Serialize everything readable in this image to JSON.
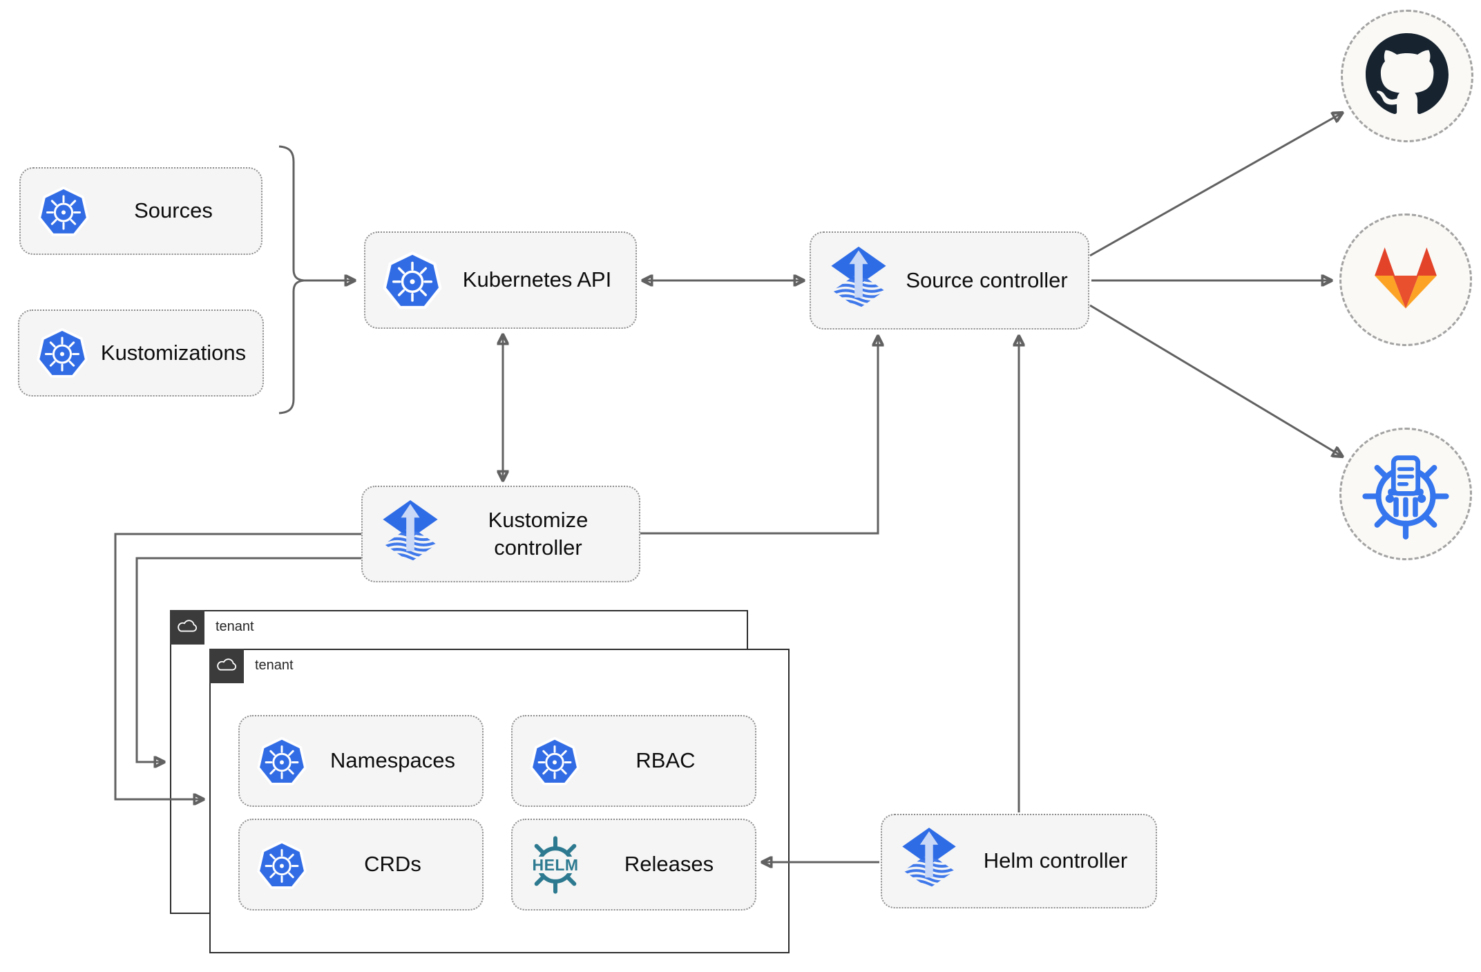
{
  "diagram": {
    "kind": "flux-gitops-architecture"
  },
  "nodes": {
    "sources": {
      "label": "Sources",
      "icon": "kubernetes-icon"
    },
    "kustomizations": {
      "label": "Kustomizations",
      "icon": "kubernetes-icon"
    },
    "kubernetes_api": {
      "label": "Kubernetes API",
      "icon": "kubernetes-icon"
    },
    "source_controller": {
      "label": "Source controller",
      "icon": "flux-icon"
    },
    "kustomize_controller": {
      "label": "Kustomize controller",
      "icon": "flux-icon"
    },
    "helm_controller": {
      "label": "Helm controller",
      "icon": "flux-icon"
    },
    "namespaces": {
      "label": "Namespaces",
      "icon": "kubernetes-icon"
    },
    "rbac": {
      "label": "RBAC",
      "icon": "kubernetes-icon"
    },
    "crds": {
      "label": "CRDs",
      "icon": "kubernetes-icon"
    },
    "releases": {
      "label": "Releases",
      "icon": "helm-icon"
    }
  },
  "groups": {
    "tenant_outer": {
      "label": "tenant",
      "icon": "cloud-icon"
    },
    "tenant_inner": {
      "label": "tenant",
      "icon": "cloud-icon"
    }
  },
  "endpoints": {
    "github": {
      "icon": "github-icon"
    },
    "gitlab": {
      "icon": "gitlab-icon"
    },
    "helm_repository": {
      "icon": "helm-repository-icon"
    }
  },
  "logos": {
    "helm_wheel_text": "HELM"
  },
  "edges": [
    {
      "from": "sources-group",
      "to": "kubernetes-api",
      "style": "arrow"
    },
    {
      "from": "kubernetes-api",
      "to": "source-controller",
      "style": "double-arrow"
    },
    {
      "from": "kubernetes-api",
      "to": "kustomize-controller",
      "style": "double-arrow"
    },
    {
      "from": "kustomize-controller",
      "to": "source-controller",
      "style": "arrow"
    },
    {
      "from": "kustomize-controller",
      "to": "tenant-outer",
      "style": "arrow"
    },
    {
      "from": "kustomize-controller",
      "to": "tenant-inner",
      "style": "arrow"
    },
    {
      "from": "helm-controller",
      "to": "source-controller",
      "style": "arrow"
    },
    {
      "from": "helm-controller",
      "to": "releases",
      "style": "arrow"
    },
    {
      "from": "source-controller",
      "to": "github",
      "style": "arrow"
    },
    {
      "from": "source-controller",
      "to": "gitlab",
      "style": "arrow"
    },
    {
      "from": "source-controller",
      "to": "helm-repository",
      "style": "arrow"
    }
  ],
  "colors": {
    "kubernetes_blue": "#326ce5",
    "flux_blue": "#2e6ce6",
    "flux_arrow_light": "#c9d8f6",
    "helm_teal": "#2d7a90",
    "github_dark": "#172430",
    "gitlab_red": "#e24329",
    "gitlab_orange": "#e8502e",
    "gitlab_yellow": "#fca326",
    "helm_repository_blue": "#3575ee",
    "edge_gray": "#616161",
    "node_fill": "#f5f5f5",
    "tenant_tab_dark": "#3b3b3b"
  }
}
